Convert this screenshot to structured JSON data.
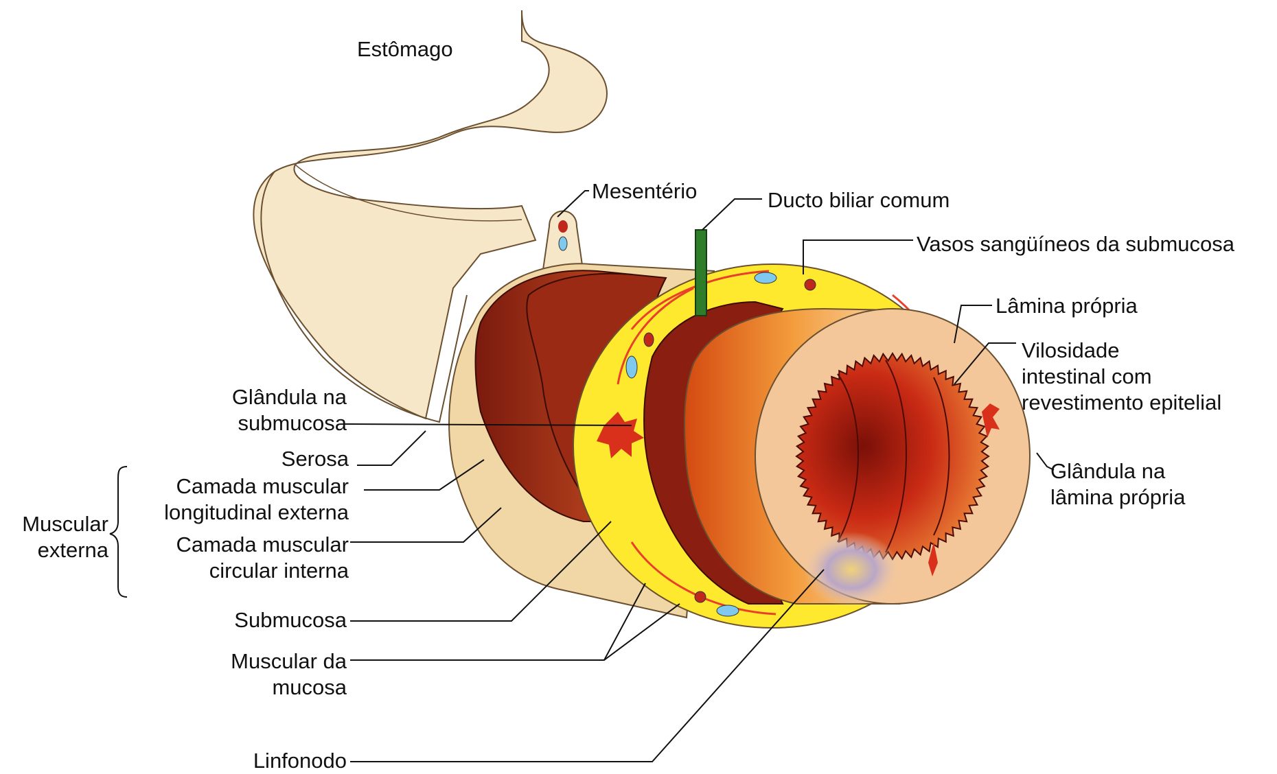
{
  "labels": {
    "estomago": "Estômago",
    "mesenterio": "Mesentério",
    "ducto": "Ducto biliar comum",
    "vasos": "Vasos sangüíneos da submucosa",
    "lamina": "Lâmina própria",
    "vilosidade": [
      "Vilosidade",
      "intestinal com",
      "revestimento epitelial"
    ],
    "glandula_lamina": [
      "Glândula na",
      "lâmina própria"
    ],
    "glandula_sub": [
      "Glândula na",
      "submucosa"
    ],
    "serosa": "Serosa",
    "camada_long": [
      "Camada muscular",
      "longitudinal externa"
    ],
    "camada_circ": [
      "Camada muscular",
      "circular interna"
    ],
    "muscular_externa": [
      "Muscular",
      "externa"
    ],
    "submucosa": "Submucosa",
    "muscular_mucosa": [
      "Muscular da",
      "mucosa"
    ],
    "linfonodo": "Linfonodo"
  },
  "colors": {
    "serosa": "#f6e7c8",
    "muscle_dark": "#8a1e10",
    "muscle": "#b8371b",
    "submucosa": "#ffe92e",
    "lamina": "#f4c79a",
    "lumen": "#d8301a",
    "duct": "#2f7d2a",
    "vessel_red": "#c0281c",
    "vessel_blue": "#7fc8ee",
    "line": "#111111"
  }
}
